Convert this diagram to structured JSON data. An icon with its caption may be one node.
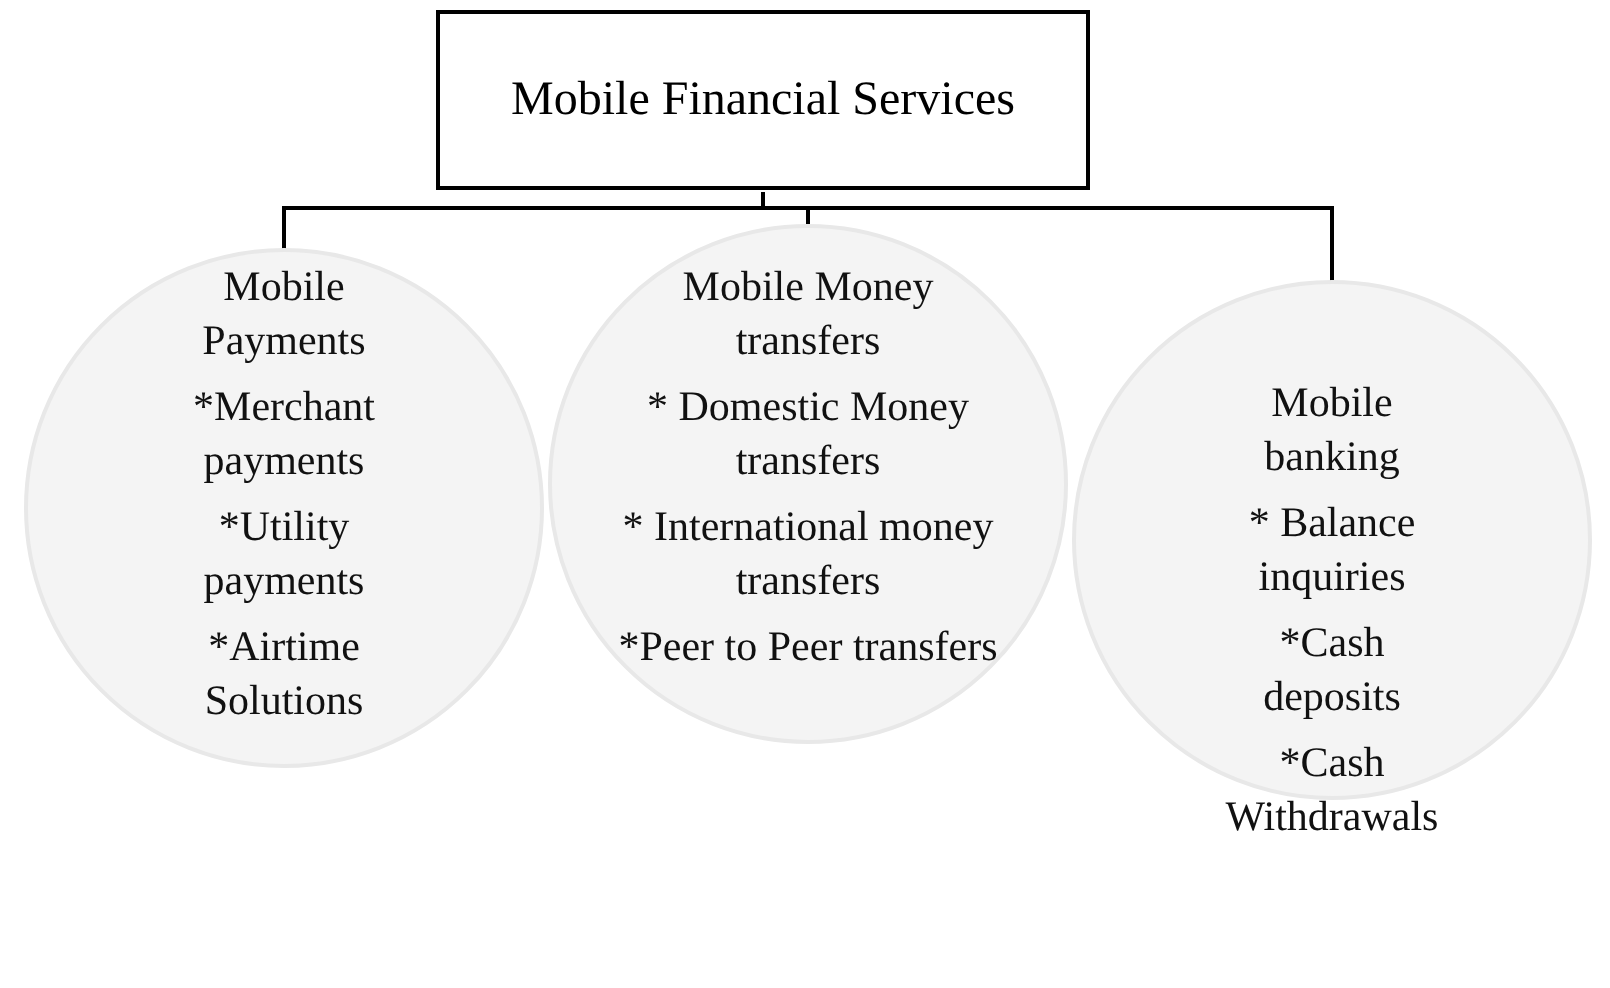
{
  "diagram": {
    "nodes": [
      {
        "text": [
          "Mobile Financial Services"
        ]
      },
      {
        "text": [
          "Mobile Payments",
          "*Merchant payments",
          "*Utility payments",
          "*Airtime Solutions"
        ]
      },
      {
        "text": [
          "Mobile Money transfers",
          "* Domestic Money transfers",
          "* International money transfers",
          "*Peer to Peer transfers"
        ]
      },
      {
        "text": [
          "Mobile banking",
          "* Balance inquiries",
          "*Cash deposits",
          "*Cash Withdrawals"
        ]
      }
    ],
    "edges": [
      {
        "from": 0,
        "to": 1,
        "arrow": "none"
      },
      {
        "from": 0,
        "to": 2,
        "arrow": "none"
      },
      {
        "from": 0,
        "to": 3,
        "arrow": "none"
      }
    ]
  }
}
